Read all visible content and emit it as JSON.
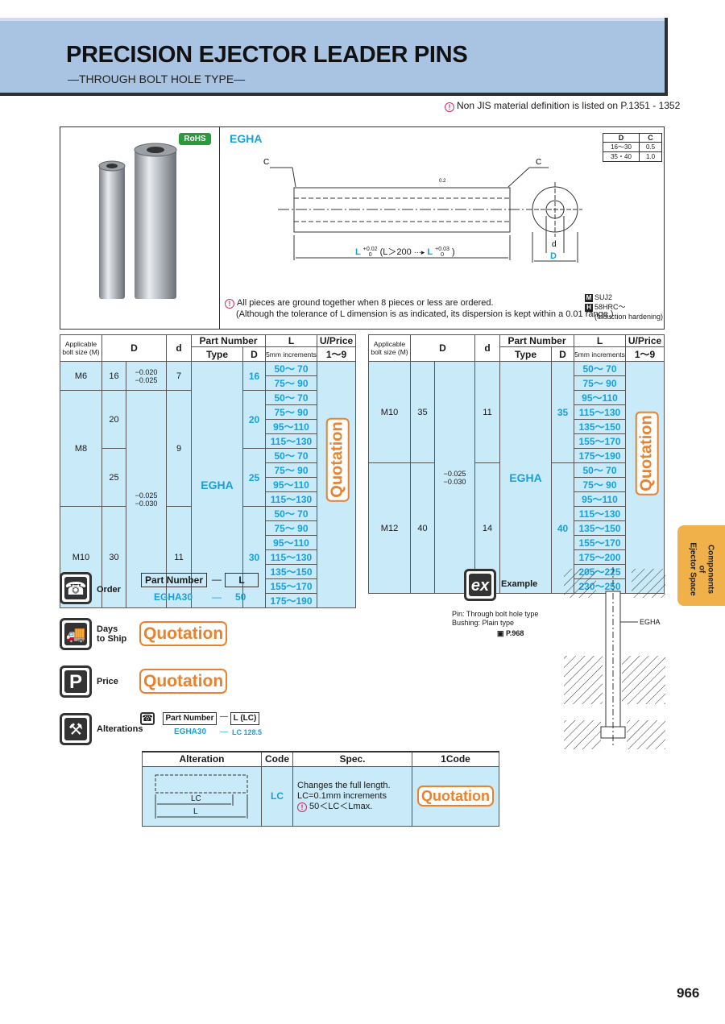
{
  "header": {
    "title": "PRECISION EJECTOR LEADER PINS",
    "subtitle": "—THROUGH BOLT HOLE TYPE—"
  },
  "material_note": "Non JIS material definition is listed on P.1351 - 1352",
  "product": {
    "rohs": "RoHS",
    "type": "EGHA",
    "dc_table": {
      "headers": [
        "D",
        "C"
      ],
      "rows": [
        [
          "16～30",
          "0.5"
        ],
        [
          "35・40",
          "1.0"
        ]
      ]
    },
    "drawing": {
      "c_left": "C",
      "c_right": "C",
      "surface": "0.2",
      "l_tol": "L",
      "l_tol_plus": "+0.02",
      "l_tol_zero": "0",
      "l_cond": "(L＞200",
      "l_tol2_plus": "+0.03",
      "l_tol2_zero": "0",
      "l_tol2_close": ")",
      "d_small": "d",
      "d_big": "D"
    },
    "note1": "All pieces are ground together when 8 pieces or less are ordered.",
    "note2": "(Although the tolerance of L dimension is as indicated, its dispersion is kept within a 0.01 range.)",
    "material": {
      "m_mark": "M",
      "m_text": "SUJ2",
      "h_mark": "H",
      "h_text": "58HRC～",
      "h_sub": "(Induction hardening)"
    }
  },
  "table_left": {
    "headers": {
      "bolt": "Applicable bolt size (M)",
      "D": "D",
      "d": "d",
      "part_number": "Part Number",
      "type": "Type",
      "pD": "D",
      "L": "L",
      "L_sub": "5mm increments",
      "uprice": "U/Price",
      "uprice_sub": "1～9"
    },
    "bolts": [
      "M6",
      "M8",
      "M10"
    ],
    "D_vals": [
      "16",
      "20",
      "25",
      "30"
    ],
    "tol1_a": "−0.020",
    "tol1_b": "−0.025",
    "tol2_a": "−0.025",
    "tol2_b": "−0.030",
    "d_vals": [
      "7",
      "9",
      "11"
    ],
    "type": "EGHA",
    "pD": [
      "16",
      "20",
      "25",
      "30"
    ],
    "L": [
      "50～ 70",
      "75～ 90",
      "50～ 70",
      "75～ 90",
      "95～110",
      "115～130",
      "50～ 70",
      "75～ 90",
      "95～110",
      "115～130",
      "50～ 70",
      "75～ 90",
      "95～110",
      "115～130",
      "135～150",
      "155～170",
      "175～190"
    ],
    "quote": "Quotation"
  },
  "table_right": {
    "headers": {
      "bolt": "Applicable bolt size (M)",
      "D": "D",
      "d": "d",
      "part_number": "Part Number",
      "type": "Type",
      "pD": "D",
      "L": "L",
      "L_sub": "5mm increments",
      "uprice": "U/Price",
      "uprice_sub": "1～9"
    },
    "bolts": [
      "M10",
      "M12"
    ],
    "D_vals": [
      "35",
      "40"
    ],
    "tol_a": "−0.025",
    "tol_b": "−0.030",
    "d_vals": [
      "11",
      "14"
    ],
    "type": "EGHA",
    "pD": [
      "35",
      "40"
    ],
    "L": [
      "50～ 70",
      "75～ 90",
      "95～110",
      "115～130",
      "135～150",
      "155～170",
      "175～190",
      "50～ 70",
      "75～ 90",
      "95～110",
      "115～130",
      "135～150",
      "155～170",
      "175～200",
      "205～225",
      "230～250"
    ],
    "quote": "Quotation"
  },
  "sidetab": {
    "line1": "Components",
    "line2": "of",
    "line3": "Ejector Space"
  },
  "order": {
    "label": "Order",
    "part_number": "Part Number",
    "dash": "—",
    "L": "L",
    "ex_part": "EGHA30",
    "ex_L": "50"
  },
  "days": {
    "label1": "Days",
    "label2": "to Ship",
    "value": "Quotation"
  },
  "price": {
    "label": "Price",
    "value": "Quotation"
  },
  "alterations": {
    "label": "Alterations",
    "part_number": "Part Number",
    "dash": "—",
    "L": "L (LC)",
    "ex_part": "EGHA30",
    "ex_val": "LC 128.5"
  },
  "example": {
    "label": "Example",
    "note1": "Pin: Through bolt hole type",
    "note2": "Bushing: Plain type",
    "ref": "P.968",
    "part": "EGHA"
  },
  "alteration_table": {
    "headers": [
      "Alteration",
      "Code",
      "Spec.",
      "1Code"
    ],
    "code": "LC",
    "spec1": "Changes the full length.",
    "spec2": "LC=0.1mm increments",
    "spec3": "50＜LC＜Lmax.",
    "lc": "LC",
    "l": "L",
    "quote": "Quotation"
  },
  "page_number": "966"
}
